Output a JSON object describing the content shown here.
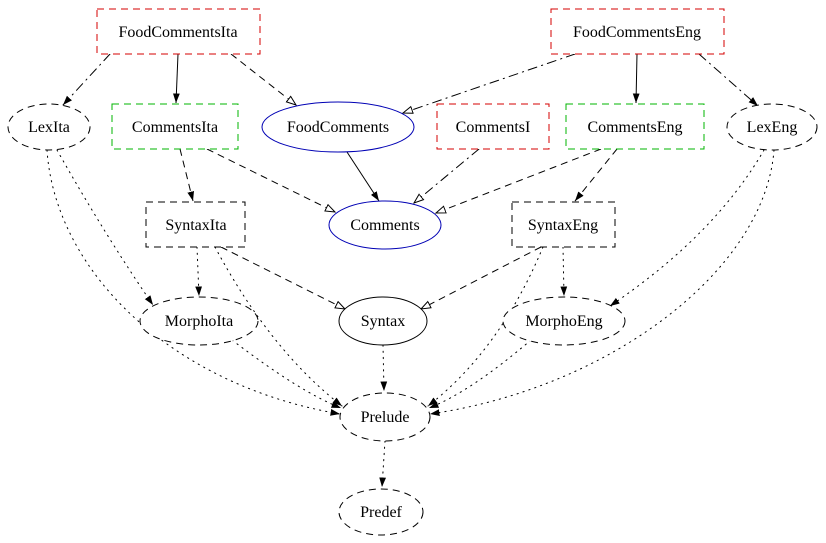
{
  "diagram": {
    "type": "module-dependency-graph",
    "colors": {
      "red_border": "#d40000",
      "green_border": "#00b400",
      "blue_border": "#0000b4",
      "black": "#000000",
      "background": "#ffffff"
    },
    "nodes": [
      {
        "id": "FoodCommentsIta",
        "label": "FoodCommentsIta",
        "shape": "box",
        "border": "dashed",
        "color": "red"
      },
      {
        "id": "FoodCommentsEng",
        "label": "FoodCommentsEng",
        "shape": "box",
        "border": "dashed",
        "color": "red"
      },
      {
        "id": "LexIta",
        "label": "LexIta",
        "shape": "ellipse",
        "border": "dashed",
        "color": "black"
      },
      {
        "id": "CommentsIta",
        "label": "CommentsIta",
        "shape": "box",
        "border": "dashed",
        "color": "green"
      },
      {
        "id": "FoodComments",
        "label": "FoodComments",
        "shape": "ellipse",
        "border": "solid",
        "color": "blue"
      },
      {
        "id": "CommentsI",
        "label": "CommentsI",
        "shape": "box",
        "border": "dashed",
        "color": "red"
      },
      {
        "id": "CommentsEng",
        "label": "CommentsEng",
        "shape": "box",
        "border": "dashed",
        "color": "green"
      },
      {
        "id": "LexEng",
        "label": "LexEng",
        "shape": "ellipse",
        "border": "dashed",
        "color": "black"
      },
      {
        "id": "SyntaxIta",
        "label": "SyntaxIta",
        "shape": "box",
        "border": "dashed",
        "color": "black"
      },
      {
        "id": "Comments",
        "label": "Comments",
        "shape": "ellipse",
        "border": "solid",
        "color": "blue"
      },
      {
        "id": "SyntaxEng",
        "label": "SyntaxEng",
        "shape": "box",
        "border": "dashed",
        "color": "black"
      },
      {
        "id": "MorphoIta",
        "label": "MorphoIta",
        "shape": "ellipse",
        "border": "dashed",
        "color": "black"
      },
      {
        "id": "Syntax",
        "label": "Syntax",
        "shape": "ellipse",
        "border": "solid",
        "color": "black"
      },
      {
        "id": "MorphoEng",
        "label": "MorphoEng",
        "shape": "ellipse",
        "border": "dashed",
        "color": "black"
      },
      {
        "id": "Prelude",
        "label": "Prelude",
        "shape": "ellipse",
        "border": "dashed",
        "color": "black"
      },
      {
        "id": "Predef",
        "label": "Predef",
        "shape": "ellipse",
        "border": "dashed",
        "color": "black"
      }
    ],
    "edges": [
      {
        "from": "FoodCommentsIta",
        "to": "CommentsIta",
        "line": "solid",
        "arrow": "filled"
      },
      {
        "from": "FoodCommentsIta",
        "to": "FoodComments",
        "line": "dashed",
        "arrow": "open"
      },
      {
        "from": "FoodCommentsIta",
        "to": "LexIta",
        "line": "dashdot",
        "arrow": "filled"
      },
      {
        "from": "FoodCommentsEng",
        "to": "CommentsEng",
        "line": "solid",
        "arrow": "filled"
      },
      {
        "from": "FoodCommentsEng",
        "to": "FoodComments",
        "line": "dashdot",
        "arrow": "open"
      },
      {
        "from": "FoodCommentsEng",
        "to": "LexEng",
        "line": "dashdot",
        "arrow": "filled"
      },
      {
        "from": "FoodComments",
        "to": "Comments",
        "line": "solid",
        "arrow": "filled"
      },
      {
        "from": "CommentsIta",
        "to": "Comments",
        "line": "dashed",
        "arrow": "open"
      },
      {
        "from": "CommentsI",
        "to": "Comments",
        "line": "dashdot",
        "arrow": "open"
      },
      {
        "from": "CommentsEng",
        "to": "Comments",
        "line": "dashed",
        "arrow": "open"
      },
      {
        "from": "CommentsIta",
        "to": "SyntaxIta",
        "line": "dashed",
        "arrow": "filled"
      },
      {
        "from": "CommentsEng",
        "to": "SyntaxEng",
        "line": "dashed",
        "arrow": "filled"
      },
      {
        "from": "SyntaxIta",
        "to": "Syntax",
        "line": "dashed",
        "arrow": "open"
      },
      {
        "from": "SyntaxEng",
        "to": "Syntax",
        "line": "dashed",
        "arrow": "open"
      },
      {
        "from": "SyntaxIta",
        "to": "MorphoIta",
        "line": "dotted",
        "arrow": "filled"
      },
      {
        "from": "SyntaxEng",
        "to": "MorphoEng",
        "line": "dotted",
        "arrow": "filled"
      },
      {
        "from": "SyntaxIta",
        "to": "Prelude",
        "line": "dotted",
        "arrow": "filled"
      },
      {
        "from": "SyntaxEng",
        "to": "Prelude",
        "line": "dotted",
        "arrow": "filled"
      },
      {
        "from": "LexIta",
        "to": "MorphoIta",
        "line": "dotted",
        "arrow": "filled"
      },
      {
        "from": "LexEng",
        "to": "MorphoEng",
        "line": "dotted",
        "arrow": "filled"
      },
      {
        "from": "LexIta",
        "to": "Prelude",
        "line": "dotted",
        "arrow": "filled"
      },
      {
        "from": "LexEng",
        "to": "Prelude",
        "line": "dotted",
        "arrow": "filled"
      },
      {
        "from": "MorphoIta",
        "to": "Prelude",
        "line": "dotted",
        "arrow": "filled"
      },
      {
        "from": "MorphoEng",
        "to": "Prelude",
        "line": "dotted",
        "arrow": "filled"
      },
      {
        "from": "Syntax",
        "to": "Prelude",
        "line": "dotted",
        "arrow": "filled"
      },
      {
        "from": "Prelude",
        "to": "Predef",
        "line": "dotted",
        "arrow": "filled"
      }
    ]
  }
}
